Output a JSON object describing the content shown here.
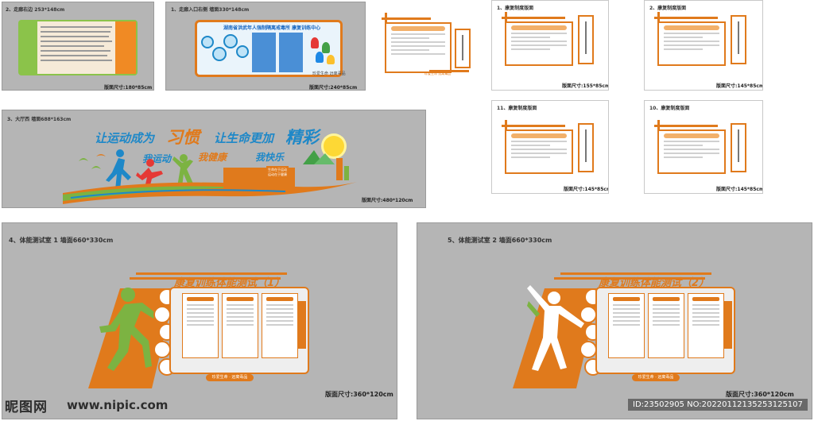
{
  "panels": {
    "corridor_right": {
      "label": "2、走廊右边 253*148cm",
      "size": "版面尺寸:180*85cm"
    },
    "corridor_entry": {
      "label": "1、走廊入口右侧 墙面330*148cm",
      "title": "湖南省洪武年人强制隔离戒毒所  康复训练中心",
      "size": "版面尺寸:240*85cm",
      "pill": "珍爱生命 远离毒品"
    },
    "board_left": {
      "pill": "珍爱生命 远离毒品"
    },
    "rehab_1": {
      "label": "1、康复制度版面",
      "size": "版面尺寸:155*85cm"
    },
    "rehab_2": {
      "label": "2、康复制度版面",
      "size": "版面尺寸:145*85cm"
    },
    "rehab_11": {
      "label": "11、康复制度版面",
      "size": "版面尺寸:145*85cm"
    },
    "rehab_10": {
      "label": "10、康复制度版面",
      "size": "版面尺寸:145*85cm"
    },
    "hall_west": {
      "label": "3、大厅西  墙面688*163cm",
      "slogan_a": "让运动成为",
      "slogan_b": "习惯",
      "slogan_c": "让生命更加",
      "slogan_d": "精彩",
      "sub_1": "我运动",
      "sub_2": "我健康",
      "sub_3": "我快乐",
      "size": "版面尺寸:480*120cm",
      "tile_text": "生命在于运动 运动在于健康"
    },
    "fitness_1": {
      "label": "4、体能测试室 1  墙面660*330cm",
      "title": "康复训练体能测试（1）",
      "size": "版面尺寸:360*120cm",
      "pill": "珍爱生命 · 远离毒品"
    },
    "fitness_2": {
      "label": "5、体能测试室 2  墙面660*330cm",
      "title": "康复训练体能测试（2）",
      "size": "版面尺寸:360*120cm",
      "pill": "珍爱生命 · 远离毒品"
    }
  },
  "watermark": {
    "logo": "昵图网",
    "url": "www.nipic.com",
    "id": "ID:23502905 NO:20220112135253125107"
  },
  "colors": {
    "orange": "#e07a1c",
    "green": "#7cb342",
    "blue": "#1e88c8",
    "grey": "#b5b5b5"
  }
}
